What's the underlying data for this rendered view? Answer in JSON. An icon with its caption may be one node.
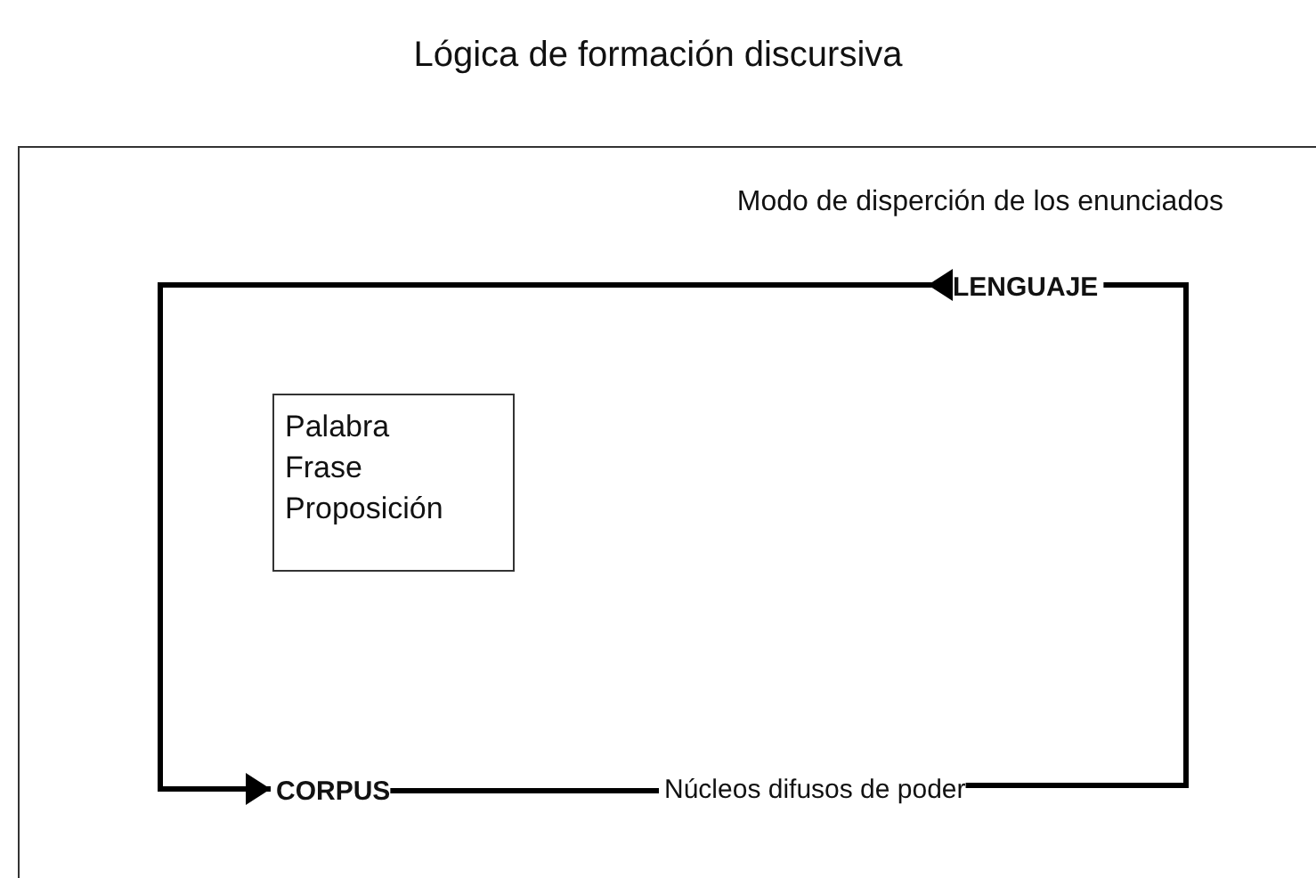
{
  "diagram": {
    "title": "Lógica de formación discursiva",
    "nodes": [
      {
        "text": [
          "Modo de disperción de los enunciados"
        ]
      },
      {
        "text": [
          "LENGUAJE"
        ],
        "in": 0
      },
      {
        "text": [
          "CORPUS"
        ],
        "in": 0
      },
      {
        "text": [
          "Núcleos difusos de poder"
        ],
        "in": 0
      },
      {
        "text": [
          "Palabra",
          "Frase",
          "Proposición"
        ],
        "in": 0
      }
    ],
    "edges": [
      {
        "from": 2,
        "to": 3,
        "arrow": "none"
      },
      {
        "from": 3,
        "to": 1,
        "arrow": "none"
      },
      {
        "from": 1,
        "to": 2,
        "arrow": "to"
      }
    ]
  }
}
